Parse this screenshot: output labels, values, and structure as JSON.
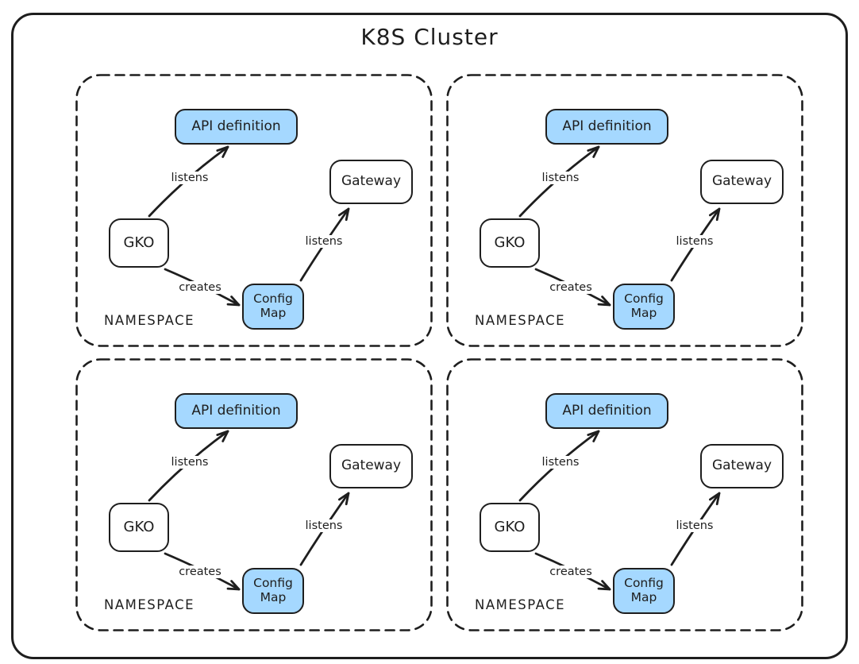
{
  "title": "K8S Cluster",
  "colors": {
    "stroke": "#1e1e1e",
    "node_fill_highlight": "#a5d8ff",
    "node_fill_plain": "#ffffff",
    "background": "#ffffff"
  },
  "namespaces": [
    {
      "label": "NAMESPACE",
      "nodes": {
        "gko": "GKO",
        "api_definition": "API definition",
        "gateway": "Gateway",
        "config_map": "Config Map"
      },
      "edges": {
        "gko_to_api": "listens",
        "gko_to_config": "creates",
        "config_to_gateway": "listens"
      }
    },
    {
      "label": "NAMESPACE",
      "nodes": {
        "gko": "GKO",
        "api_definition": "API definition",
        "gateway": "Gateway",
        "config_map": "Config Map"
      },
      "edges": {
        "gko_to_api": "listens",
        "gko_to_config": "creates",
        "config_to_gateway": "listens"
      }
    },
    {
      "label": "NAMESPACE",
      "nodes": {
        "gko": "GKO",
        "api_definition": "API definition",
        "gateway": "Gateway",
        "config_map": "Config Map"
      },
      "edges": {
        "gko_to_api": "listens",
        "gko_to_config": "creates",
        "config_to_gateway": "listens"
      }
    },
    {
      "label": "NAMESPACE",
      "nodes": {
        "gko": "GKO",
        "api_definition": "API definition",
        "gateway": "Gateway",
        "config_map": "Config Map"
      },
      "edges": {
        "gko_to_api": "listens",
        "gko_to_config": "creates",
        "config_to_gateway": "listens"
      }
    }
  ]
}
